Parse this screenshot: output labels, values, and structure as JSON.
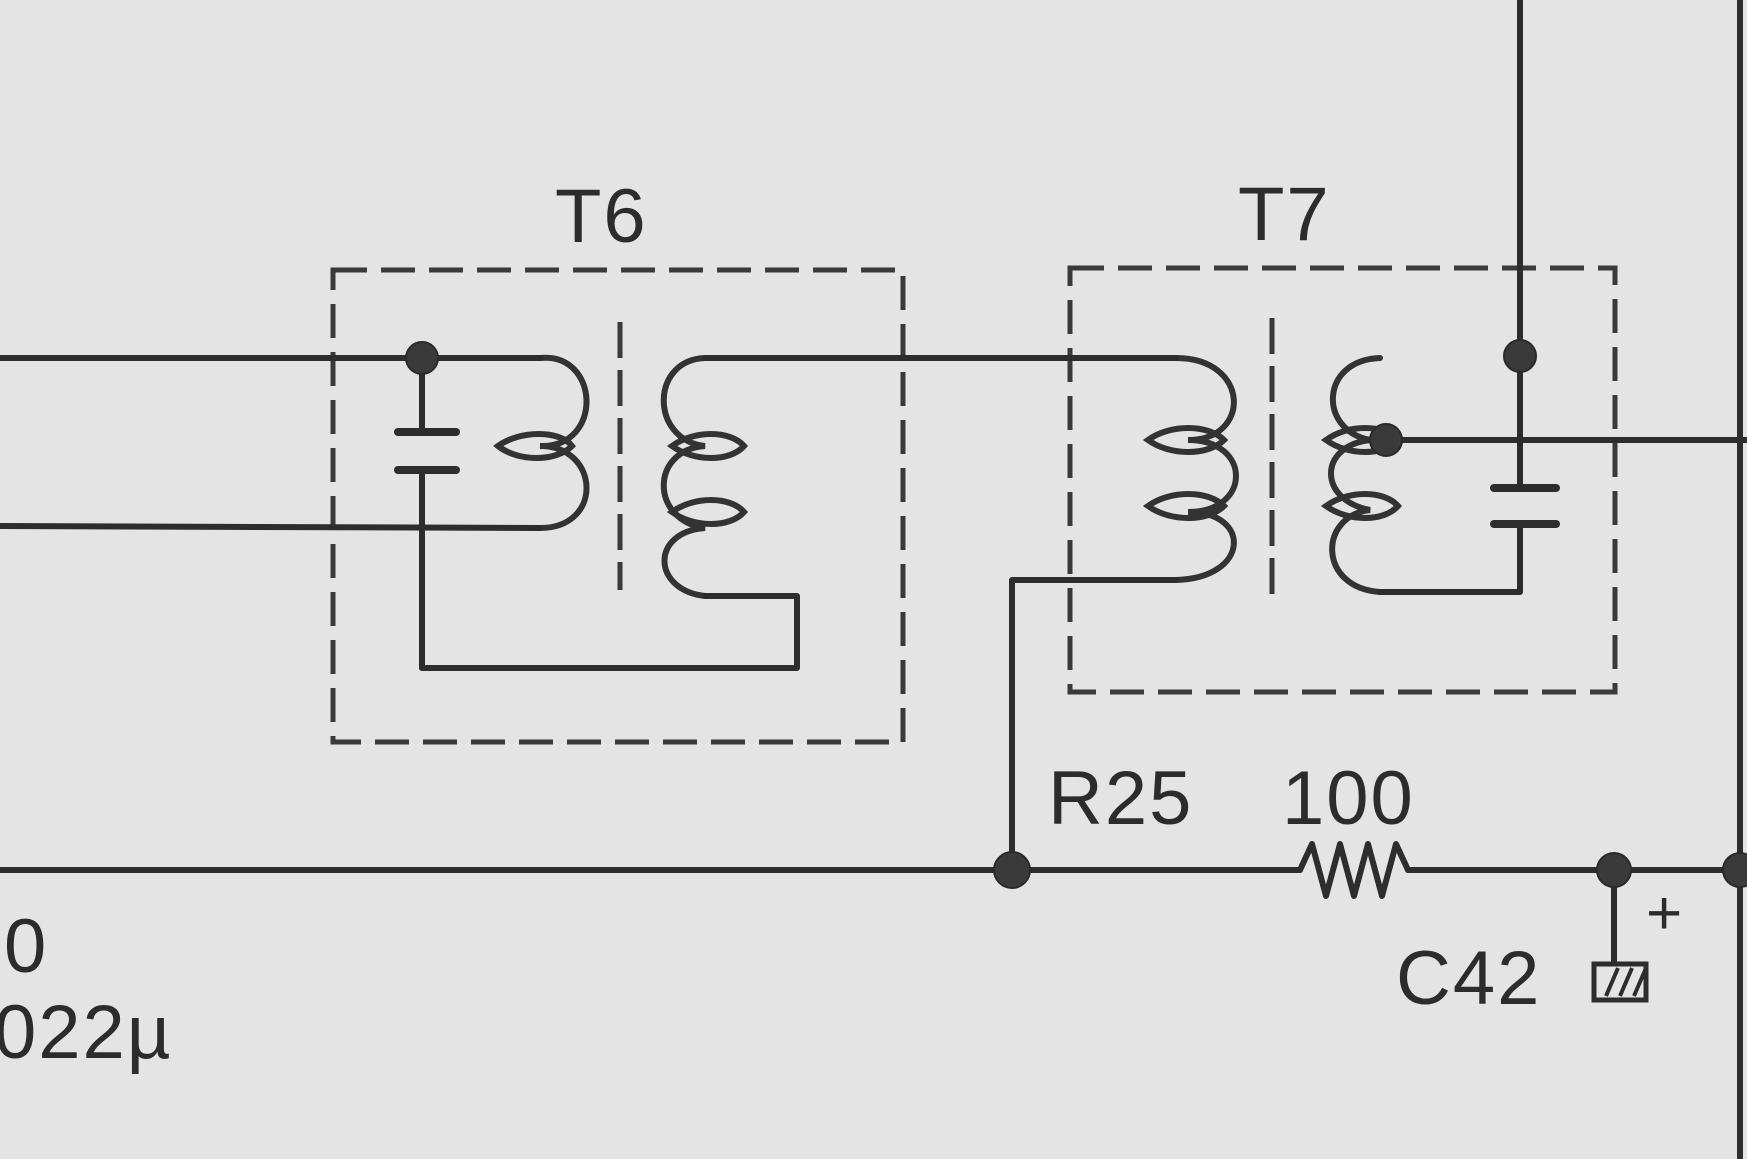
{
  "labels": {
    "t6": "T6",
    "t7": "T7",
    "r25_ref": "R25",
    "r25_value": "100",
    "c42_ref": "C42",
    "c42_polarity": "+",
    "left_value_top": "0",
    "left_value_bottom": "022µ"
  },
  "colors": {
    "paper": "#e4e4e4",
    "ink": "#2d2d2d"
  }
}
